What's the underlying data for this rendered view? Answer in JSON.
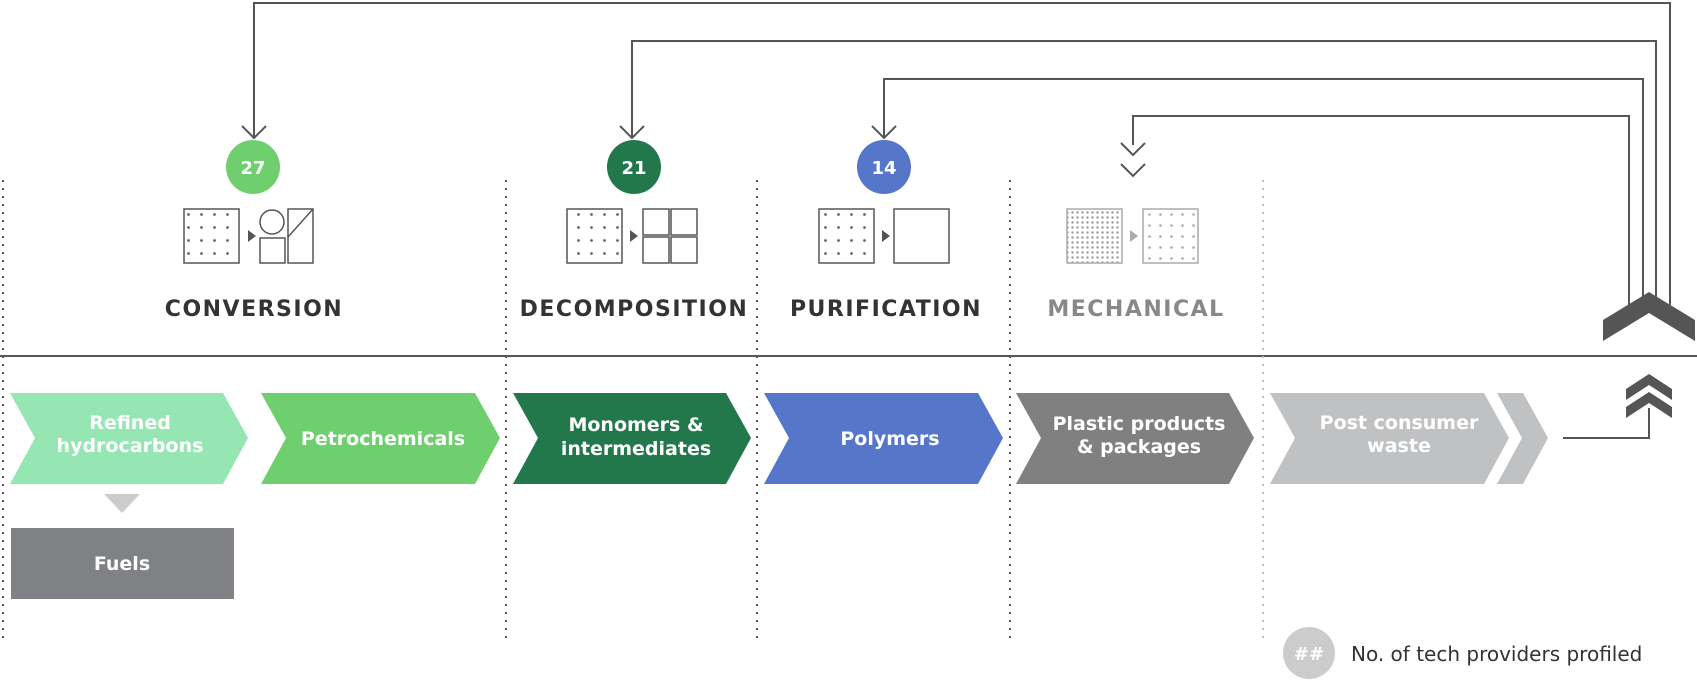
{
  "colors": {
    "conversion": "#6fcf6f",
    "decomposition": "#22784a",
    "purification": "#5576c9",
    "mechanical": "#808080",
    "light_green": "#96e6b4",
    "dark_text": "#333333",
    "grey_text": "#888888",
    "light_grey": "#c0c1c3",
    "fuels": "#808184",
    "line": "#555555"
  },
  "stages": [
    {
      "label": "CONVERSION",
      "count": "27"
    },
    {
      "label": "DECOMPOSITION",
      "count": "21"
    },
    {
      "label": "PURIFICATION",
      "count": "14"
    },
    {
      "label": "MECHANICAL",
      "count": ""
    }
  ],
  "chain": [
    {
      "line1": "Refined",
      "line2": "hydrocarbons"
    },
    {
      "line1": "Petrochemicals",
      "line2": ""
    },
    {
      "line1": "Monomers &",
      "line2": "intermediates"
    },
    {
      "line1": "Polymers",
      "line2": ""
    },
    {
      "line1": "Plastic products",
      "line2": "& packages"
    },
    {
      "line1": "Post consumer",
      "line2": "waste"
    }
  ],
  "fuels": {
    "label": "Fuels"
  },
  "legend": {
    "symbol": "##",
    "text": "No. of tech providers profiled"
  }
}
